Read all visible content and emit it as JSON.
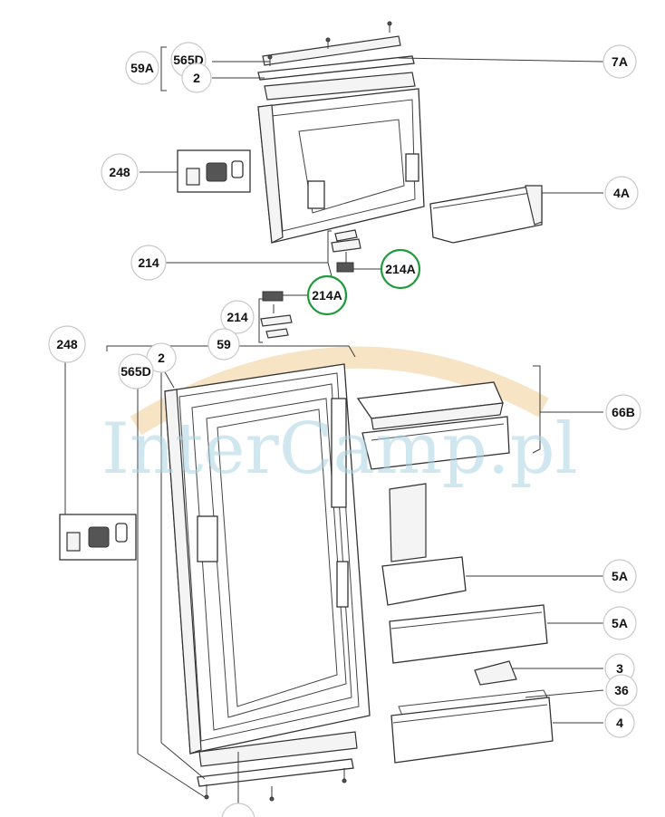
{
  "watermark": "InterCamp.pl",
  "callouts": {
    "c59A_top": "59A",
    "c565D_top": "565D",
    "c2_top": "2",
    "c7A": "7A",
    "c248_top": "248",
    "c4A": "4A",
    "c214_top": "214",
    "c214A_top": "214A",
    "c214A_mid": "214A",
    "c214_mid": "214",
    "c59": "59",
    "c248_left": "248",
    "c2_low": "2",
    "c565D_low": "565D",
    "c66B": "66B",
    "c5A_1": "5A",
    "c5A_2": "5A",
    "c3": "3",
    "c36": "36",
    "c4": "4"
  },
  "colors": {
    "highlight_ring": "#1f9a3a",
    "callout_ring": "#c9c9c9",
    "watermark": "#a9d3e2",
    "arc": "#f3d9ad"
  }
}
